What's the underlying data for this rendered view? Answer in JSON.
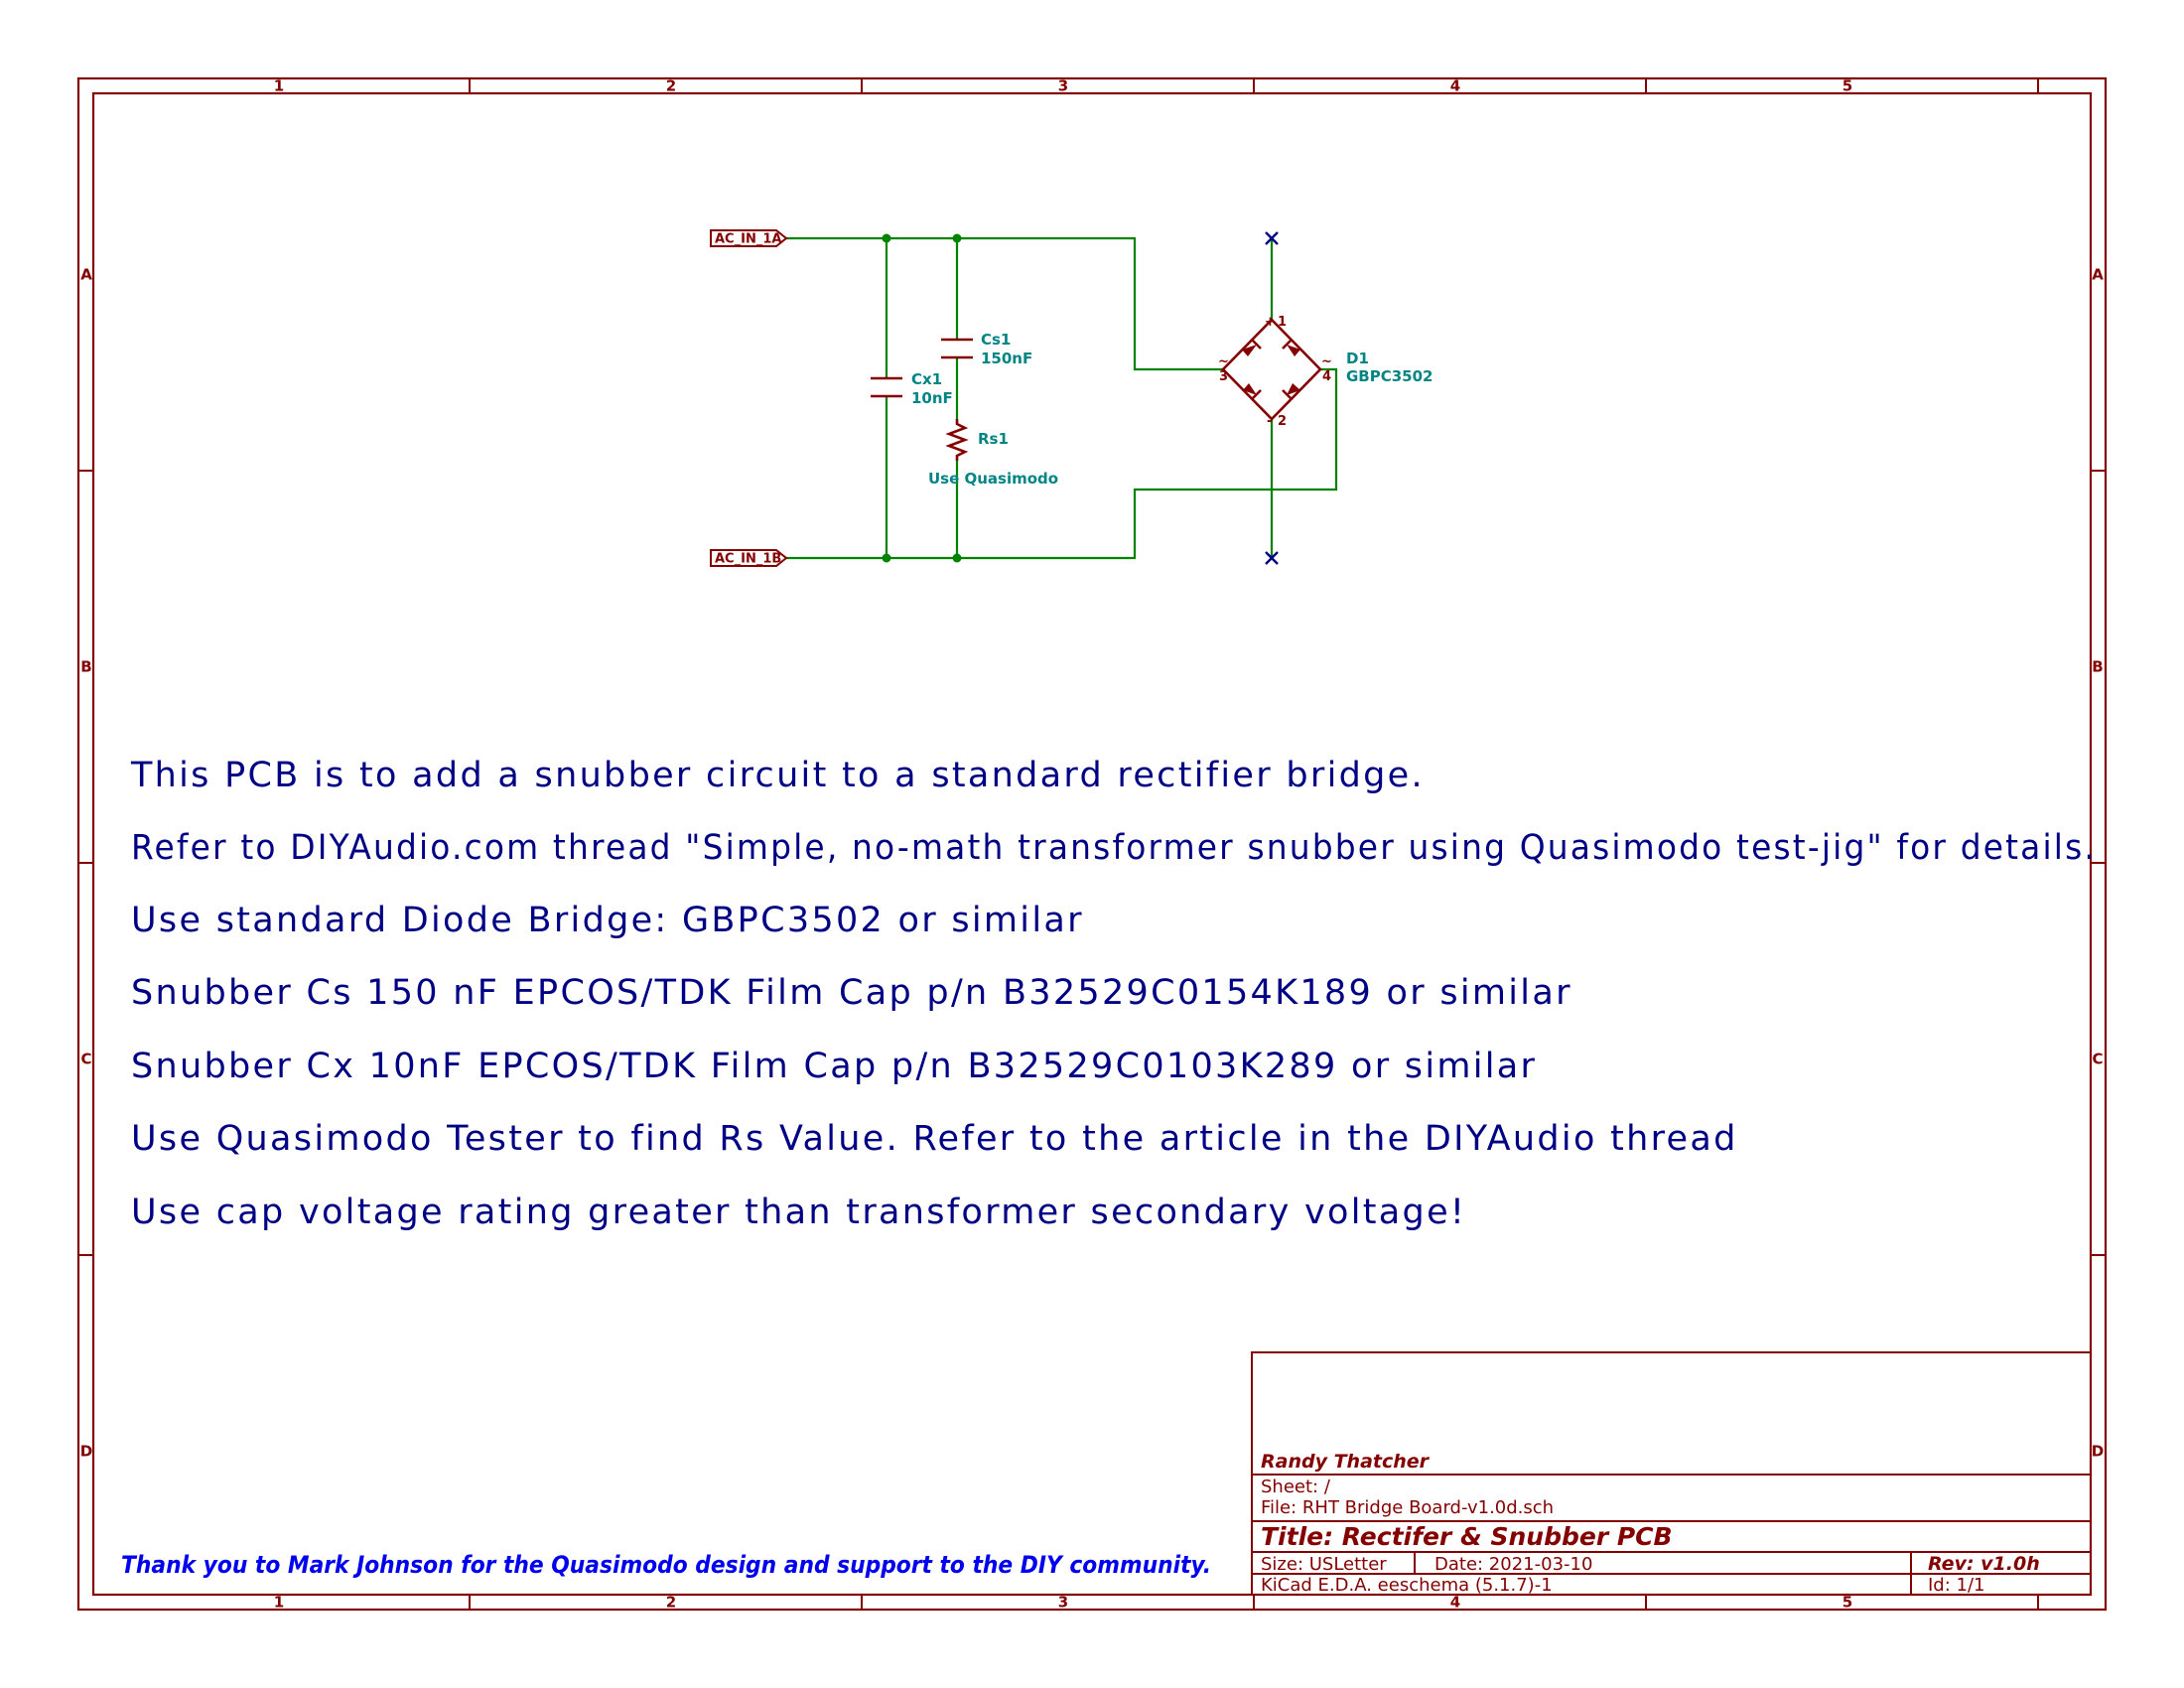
{
  "frame": {
    "columns": [
      "1",
      "2",
      "3",
      "4",
      "5"
    ],
    "rows": [
      "A",
      "B",
      "C",
      "D"
    ]
  },
  "schematic": {
    "global_labels": [
      "AC_IN_1A",
      "AC_IN_1B"
    ],
    "components": {
      "cs1": {
        "ref": "Cs1",
        "value": "150nF"
      },
      "cx1": {
        "ref": "Cx1",
        "value": "10nF"
      },
      "rs1": {
        "ref": "Rs1",
        "value": "Use Quasimodo"
      },
      "d1": {
        "ref": "D1",
        "value": "GBPC3502"
      }
    },
    "bridge_pins": {
      "plus": "+",
      "pin1": "1",
      "tilde_left": "~",
      "pin3": "3",
      "tilde_right": "~",
      "pin4": "4",
      "minus": "-",
      "pin2": "2"
    }
  },
  "notes": [
    "This PCB is to add a snubber circuit to a standard rectifier bridge.",
    "Refer to DIYAudio.com thread \"Simple, no-math transformer snubber using Quasimodo test-jig\" for details.",
    "Use standard Diode Bridge: GBPC3502 or similar",
    "Snubber Cs 150 nF EPCOS/TDK Film Cap p/n B32529C0154K189 or similar",
    "Snubber Cx 10nF EPCOS/TDK Film Cap p/n B32529C0103K289 or similar",
    "Use Quasimodo Tester to find Rs Value.  Refer to the article in the DIYAudio thread",
    "Use cap voltage rating greater than transformer secondary voltage!"
  ],
  "thanks": "Thank you to Mark Johnson for the Quasimodo design and support to the DIY community.",
  "title_block": {
    "company": "Randy Thatcher",
    "sheet": "Sheet: /",
    "file": "File: RHT Bridge Board-v1.0d.sch",
    "title": "Title: Rectifer & Snubber PCB",
    "size": "Size: USLetter",
    "date": "Date: 2021-03-10",
    "rev": "Rev: v1.0h",
    "tool": "KiCad E.D.A.  eeschema (5.1.7)-1",
    "id": "Id: 1/1"
  },
  "colors": {
    "frame": "#840000",
    "wire": "#008400",
    "reference": "#008484",
    "note_text": "#000084",
    "thanks_text": "#0000ee"
  }
}
